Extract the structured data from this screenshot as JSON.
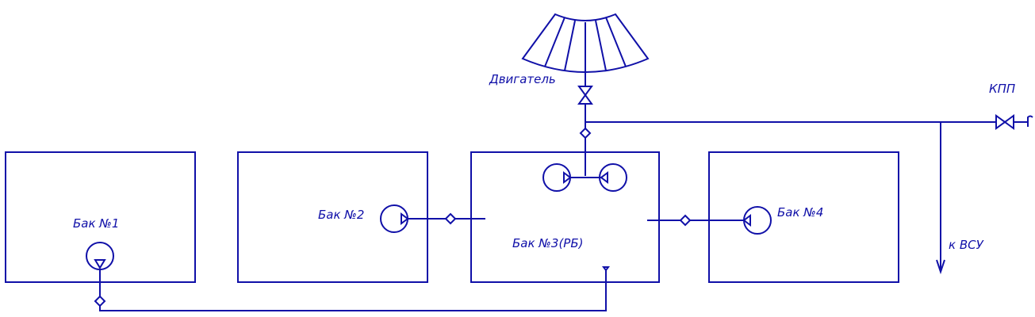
{
  "labels": {
    "tank1": "Бак №1",
    "tank2": "Бак №2",
    "tank3": "Бак №3(РБ)",
    "tank4": "Бак №4",
    "engine": "Двигатель",
    "gearbox": "КПП",
    "apu": "к ВСУ"
  },
  "colors": {
    "line": "#1010a8",
    "background": "#ffffff"
  }
}
